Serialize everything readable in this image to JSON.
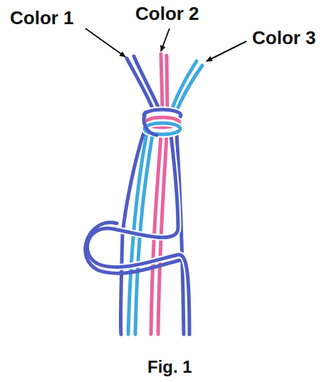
{
  "diagram": {
    "caption": "Fig. 1",
    "labels": [
      "Color 1",
      "Color 2",
      "Color 3"
    ]
  }
}
